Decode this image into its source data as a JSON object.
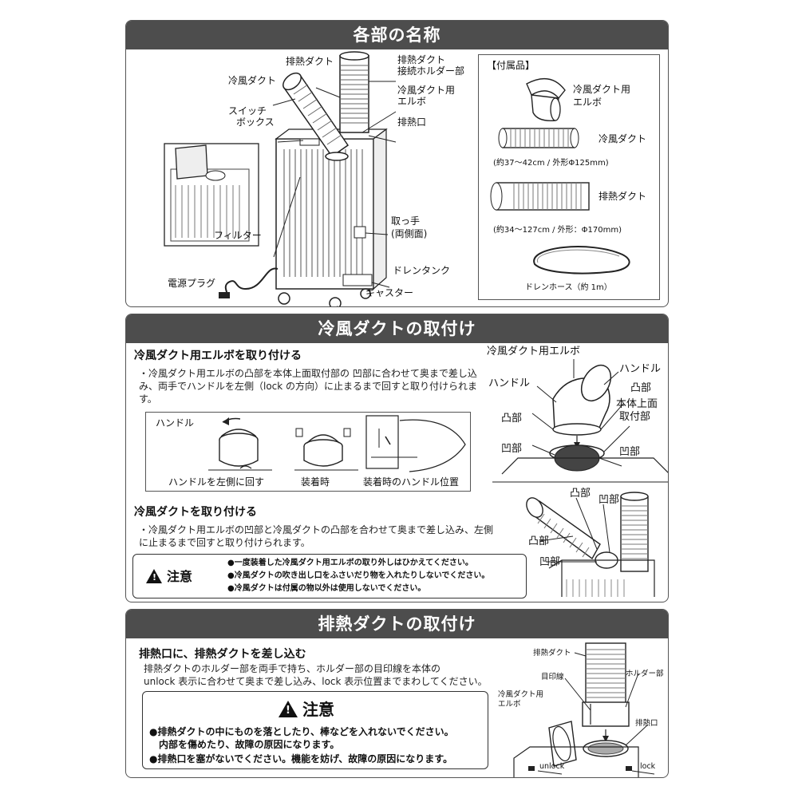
{
  "section1": {
    "title": "各部の名称",
    "labels": {
      "exhaust_duct": "排熱ダクト",
      "exhaust_holder_1": "排熱ダクト",
      "exhaust_holder_2": "接続ホルダー部",
      "cold_duct": "冷風ダクト",
      "elbow_1": "冷風ダクト用",
      "elbow_2": "エルボ",
      "switch_1": "スイッチ",
      "switch_2": "ボックス",
      "exhaust_port": "排熱口",
      "handle_1": "取っ手",
      "handle_2": "(両側面)",
      "filter": "フィルター",
      "drain_tank": "ドレンタンク",
      "plug": "電源プラグ",
      "caster": "キャスター"
    },
    "accessories": {
      "title": "【付属品】",
      "elbow_1": "冷風ダクト用",
      "elbow_2": "エルボ",
      "cold_duct": "冷風ダクト",
      "cold_duct_spec": "(約37～42cm / 外形Φ125mm)",
      "exhaust_duct": "排熱ダクト",
      "exhaust_duct_spec": "(約34～127cm / 外形：Φ170mm)",
      "drain_hose": "ドレンホース（約 1m）"
    }
  },
  "section2": {
    "title": "冷風ダクトの取付け",
    "heading1": "冷風ダクト用エルボを取り付ける",
    "para1": "・冷風ダクト用エルボの凸部を本体上面取付部の 凹部に合わせて奥まで差し込み、両手でハンドルを左側（lock の方向）に止まるまで回すと取り付けられます。",
    "step_labels": {
      "handle": "ハンドル",
      "rotate_left": "ハンドルを左側に回す",
      "attached": "装着時",
      "handle_position": "装着時のハンドル位置"
    },
    "diagram1": {
      "elbow": "冷風ダクト用エルボ",
      "handle_left": "ハンドル",
      "handle_right": "ハンドル",
      "convex_left": "凸部",
      "convex_right": "凸部",
      "mount_1": "本体上面",
      "mount_2": "取付部",
      "concave_left": "凹部",
      "concave_right": "凹部"
    },
    "heading2": "冷風ダクトを取り付ける",
    "para2": "・冷風ダクト用エルボの凹部と冷風ダクトの凸部を合わせて奥まで差し込み、左側に止まるまで回すと取り付けられます。",
    "diagram2": {
      "convex_top": "凸部",
      "concave_top": "凹部",
      "convex_left": "凸部",
      "concave_left": "凹部"
    },
    "caution_title": "注意",
    "cautions": [
      "●一度装着した冷風ダクト用エルボの取り外しはひかえてください。",
      "●冷風ダクトの吹き出し口をふさいだり物を入れたりしないでください。",
      "●冷風ダクトは付属の物以外は使用しないでください。"
    ]
  },
  "section3": {
    "title": "排熱ダクトの取付け",
    "heading": "排熱口に、排熱ダクトを差し込む",
    "para_1": "排熱ダクトのホルダー部を両手で持ち、ホルダー部の目印線を本体の",
    "para_2": "unlock 表示に合わせて奥まで差し込み、lock 表示位置までまわしてください。",
    "caution_title": "注意",
    "cautions": [
      "●排熱ダクトの中にものを落としたり、棒などを入れないでください。",
      "　内部を傷めたり、故障の原因になります。",
      "●排熱口を塞がないでください。機能を妨げ、故障の原因になります。"
    ],
    "diagram": {
      "exhaust_duct": "排熱ダクト",
      "mark_line": "目印線",
      "holder": "ホルダー部",
      "elbow_1": "冷風ダクト用",
      "elbow_2": "エルボ",
      "exhaust_port": "排熱口",
      "unlock": "unlock",
      "lock": "lock"
    }
  }
}
